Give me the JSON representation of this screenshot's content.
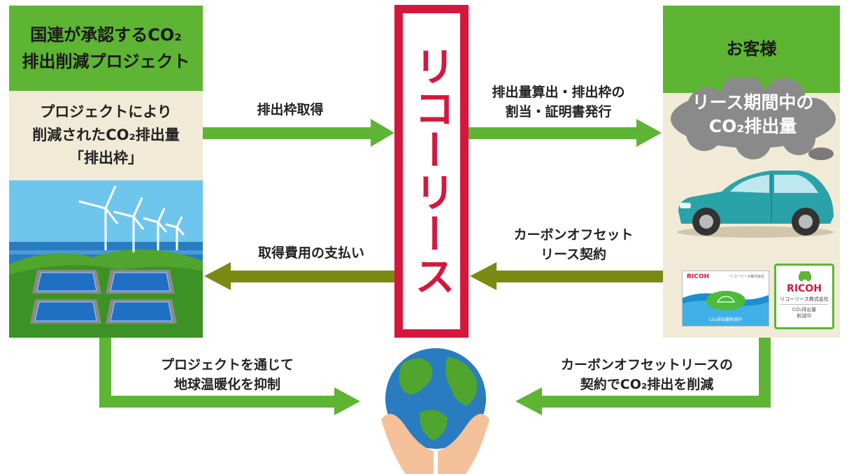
{
  "project": {
    "header_line1": "国連が承認するCO₂",
    "header_line2": "排出削減プロジェクト",
    "body_line1": "プロジェクトにより",
    "body_line2": "削減されたCO₂排出量",
    "body_line3": "「排出枠」"
  },
  "center": {
    "title": "リコーリース"
  },
  "customer": {
    "header": "お客様",
    "cloud_line1": "リース期間中の",
    "cloud_line2": "CO₂排出量",
    "badge1_brand": "RICOH",
    "badge1_sub": "リコーリース株式会社",
    "badge1_caption": "CO₂排出量削減中",
    "badge2_brand": "RICOH",
    "badge2_company": "リコーリース株式会社",
    "badge2_caption1": "CO₂排出量",
    "badge2_caption2": "削減中"
  },
  "arrows": {
    "acquire_label": "排出枠取得",
    "allocate_line1": "排出量算出・排出枠の",
    "allocate_line2": "割当・証明書発行",
    "pay_label": "取得費用の支払い",
    "contract_line1": "カーボンオフセット",
    "contract_line2": "リース契約",
    "suppress_line1": "プロジェクトを通じて",
    "suppress_line2": "地球温暖化を抑制",
    "reduce_line1": "カーボンオフセットリースの",
    "reduce_line2": "契約でCO₂排出を削減"
  },
  "colors": {
    "green": "#5db533",
    "olive": "#7a8a12",
    "red": "#d5173e",
    "beige": "#f1ead6"
  }
}
